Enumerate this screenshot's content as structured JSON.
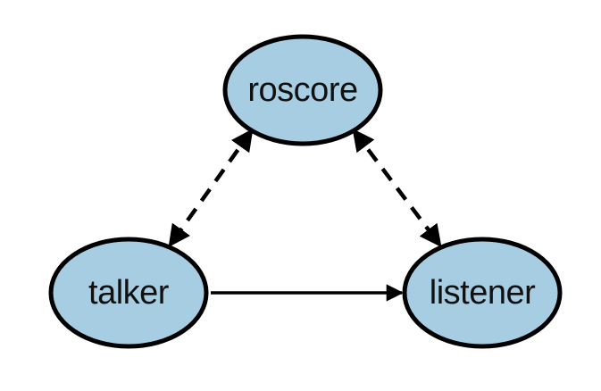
{
  "colors": {
    "background": "#ffffff",
    "node_fill": "#a7cde3",
    "node_stroke": "#000000",
    "edge": "#000000"
  },
  "nodes": {
    "roscore": {
      "label": "roscore"
    },
    "talker": {
      "label": "talker"
    },
    "listener": {
      "label": "listener"
    }
  },
  "edges": [
    {
      "from": "roscore",
      "to": "talker",
      "style": "dashed",
      "direction": "both"
    },
    {
      "from": "roscore",
      "to": "listener",
      "style": "dashed",
      "direction": "both"
    },
    {
      "from": "talker",
      "to": "listener",
      "style": "solid",
      "direction": "forward"
    }
  ]
}
